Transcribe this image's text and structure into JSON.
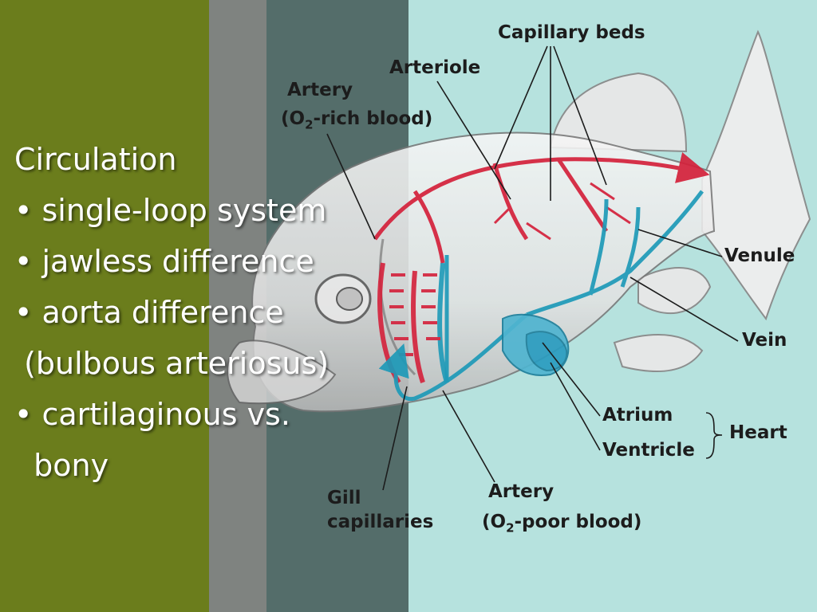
{
  "slide": {
    "title": "Circulation",
    "bullets": [
      "• single-loop system",
      "• jawless difference",
      "• aorta difference",
      " (bulbous arteriosus)",
      "• cartilaginous vs.",
      "  bony"
    ]
  },
  "diagram": {
    "labels": {
      "capillary_beds": "Capillary beds",
      "arteriole": "Arteriole",
      "artery_rich_line1": "Artery",
      "artery_rich_line2_pre": "(O",
      "artery_rich_line2_sub": "2",
      "artery_rich_line2_post": "-rich blood)",
      "venule": "Venule",
      "vein": "Vein",
      "atrium": "Atrium",
      "ventricle": "Ventricle",
      "heart": "Heart",
      "gill_line1": "Gill",
      "gill_line2": "capillaries",
      "artery_poor_line1": "Artery",
      "artery_poor_line2_pre": "(O",
      "artery_poor_line2_sub": "2",
      "artery_poor_line2_post": "-poor blood)"
    },
    "colors": {
      "oxygen_rich": "#d4213b",
      "oxygen_poor": "#1e9ab8",
      "fish_body": "#ececec",
      "outline": "#555555"
    }
  }
}
